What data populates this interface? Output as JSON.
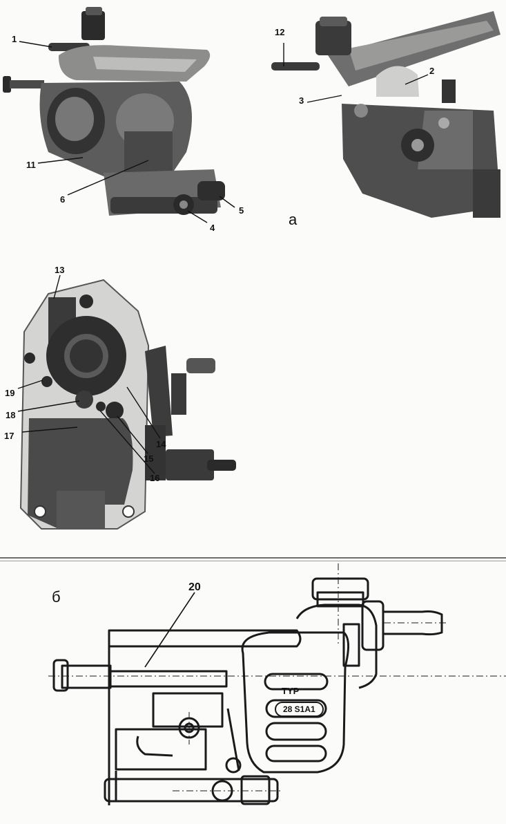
{
  "callouts": {
    "c1": "1",
    "c2": "2",
    "c3": "3",
    "c4": "4",
    "c5": "5",
    "c6": "6",
    "c11": "11",
    "c12": "12",
    "c13": "13",
    "c14": "14",
    "c15": "15",
    "c16": "16",
    "c17": "17",
    "c18": "18",
    "c19": "19",
    "c20": "20"
  },
  "section_labels": {
    "a": "а",
    "b": "б"
  },
  "plate": {
    "type_label": "TYP",
    "model_code": "28 S1A1"
  },
  "colors": {
    "ink": "#1a1a1a",
    "photo_dark": "#2b2b2b",
    "photo_mid": "#6e6e6e",
    "photo_light": "#c8c8c6",
    "paper": "#fbfbfa"
  }
}
